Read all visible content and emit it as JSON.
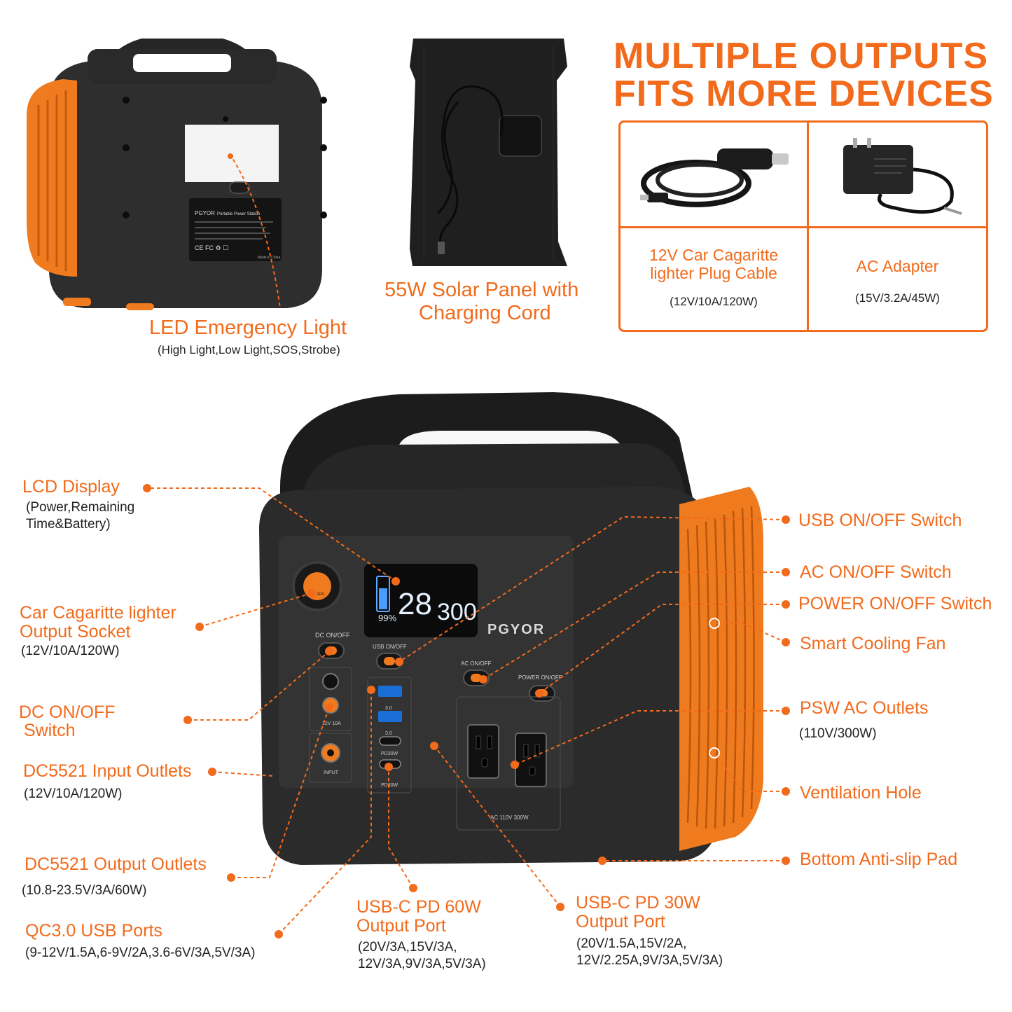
{
  "colors": {
    "accent": "#f26a1b",
    "body": "#2b2b2b",
    "text": "#222222"
  },
  "headline": {
    "line1": "MULTIPLE OUTPUTS",
    "line2": "FITS MORE DEVICES"
  },
  "brand": "PGYOR",
  "label_plate": {
    "brand": "PGYOR",
    "title": "Portable Power Station",
    "made_in": "Made in China"
  },
  "top": {
    "led": {
      "title": "LED Emergency Light",
      "sub": "(High Light,Low Light,SOS,Strobe)"
    },
    "solar": {
      "line1": "55W Solar Panel with",
      "line2": "Charging Cord"
    },
    "accessories": [
      {
        "line1": "12V Car Cagaritte",
        "line2": "lighter Plug Cable",
        "spec": "(12V/10A/120W)"
      },
      {
        "line1": "AC Adapter",
        "spec": "(15V/3.2A/45W)"
      }
    ]
  },
  "lcd": {
    "big": "28",
    "right": "300",
    "pct": "99%"
  },
  "panel": {
    "dc_onoff": "DC ON/OFF",
    "usb_onoff": "USB ON/OFF",
    "ac_onoff": "AC ON/OFF",
    "power_onoff": "POWER ON/OFF",
    "car_socket": "12V 10A",
    "dc_out": "12V 10A",
    "input": "INPUT",
    "qc1": "3.0",
    "qc2": "3.0",
    "pd30": "PD30W",
    "pd60": "PD60W",
    "ac": "AC 110V 300W"
  },
  "callouts_left": [
    {
      "title": "LCD Display",
      "sub1": "(Power,Remaining",
      "sub2": "Time&Battery)"
    },
    {
      "title1": "Car Cagaritte lighter",
      "title2": "Output Socket",
      "sub": "(12V/10A/120W)"
    },
    {
      "title1": "DC ON/OFF",
      "title2": " Switch"
    },
    {
      "title": "DC5521 Input Outlets",
      "sub": "(12V/10A/120W)"
    },
    {
      "title": "DC5521 Output Outlets",
      "sub": "(10.8-23.5V/3A/60W)"
    },
    {
      "title": "QC3.0 USB Ports",
      "sub": "(9-12V/1.5A,6-9V/2A,3.6-6V/3A,5V/3A)"
    }
  ],
  "callouts_bottom": [
    {
      "title1": "USB-C PD 60W",
      "title2": "Output Port",
      "sub1": "(20V/3A,15V/3A,",
      "sub2": "12V/3A,9V/3A,5V/3A)"
    },
    {
      "title1": "USB-C PD 30W",
      "title2": "Output Port",
      "sub1": "(20V/1.5A,15V/2A,",
      "sub2": "12V/2.25A,9V/3A,5V/3A)"
    }
  ],
  "callouts_right": [
    {
      "title": "USB ON/OFF Switch"
    },
    {
      "title": "AC ON/OFF Switch"
    },
    {
      "title": "POWER ON/OFF Switch"
    },
    {
      "title": "Smart Cooling Fan"
    },
    {
      "title": "PSW AC Outlets",
      "sub": "(110V/300W)"
    },
    {
      "title": "Ventilation Hole"
    },
    {
      "title": "Bottom Anti-slip Pad"
    }
  ]
}
